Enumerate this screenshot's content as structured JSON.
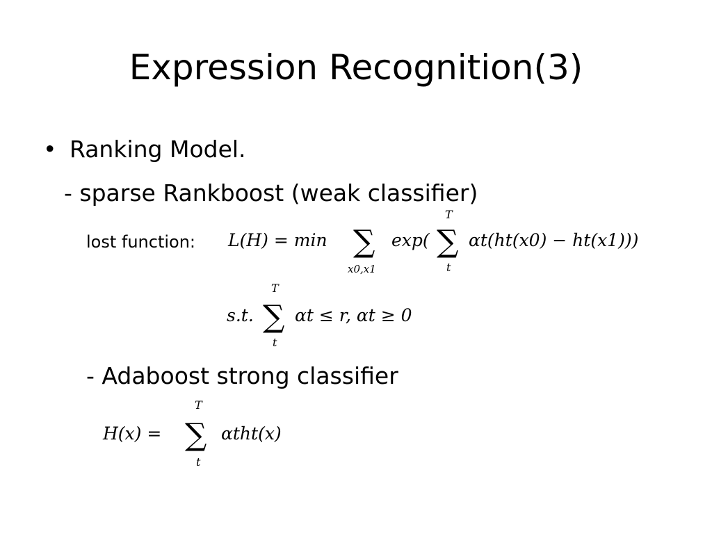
{
  "slide": {
    "title": "Expression Recognition(3)",
    "bullet_symbol": "•",
    "bullet_text": "Ranking Model.",
    "sub_item_1": "- sparse Rankboost (weak classifier)",
    "lost_function_label": "lost function:",
    "sub_item_2": "- Adaboost strong classifier"
  },
  "equations": {
    "loss_lhs": "L(H) = min",
    "loss_sum1_sub": "x0,x1",
    "loss_exp": "exp(",
    "loss_sum2_sup": "T",
    "loss_sum2_sub": "t",
    "loss_body": "αt(ht(x0) − ht(x1)))",
    "constraint_st": "s.t.",
    "constraint_sup": "T",
    "constraint_sub": "t",
    "constraint_body": "αt ≤ r, αt ≥ 0",
    "strong_lhs": "H(x) =",
    "strong_sup": "T",
    "strong_sub": "t",
    "strong_body": "αtht(x)"
  }
}
